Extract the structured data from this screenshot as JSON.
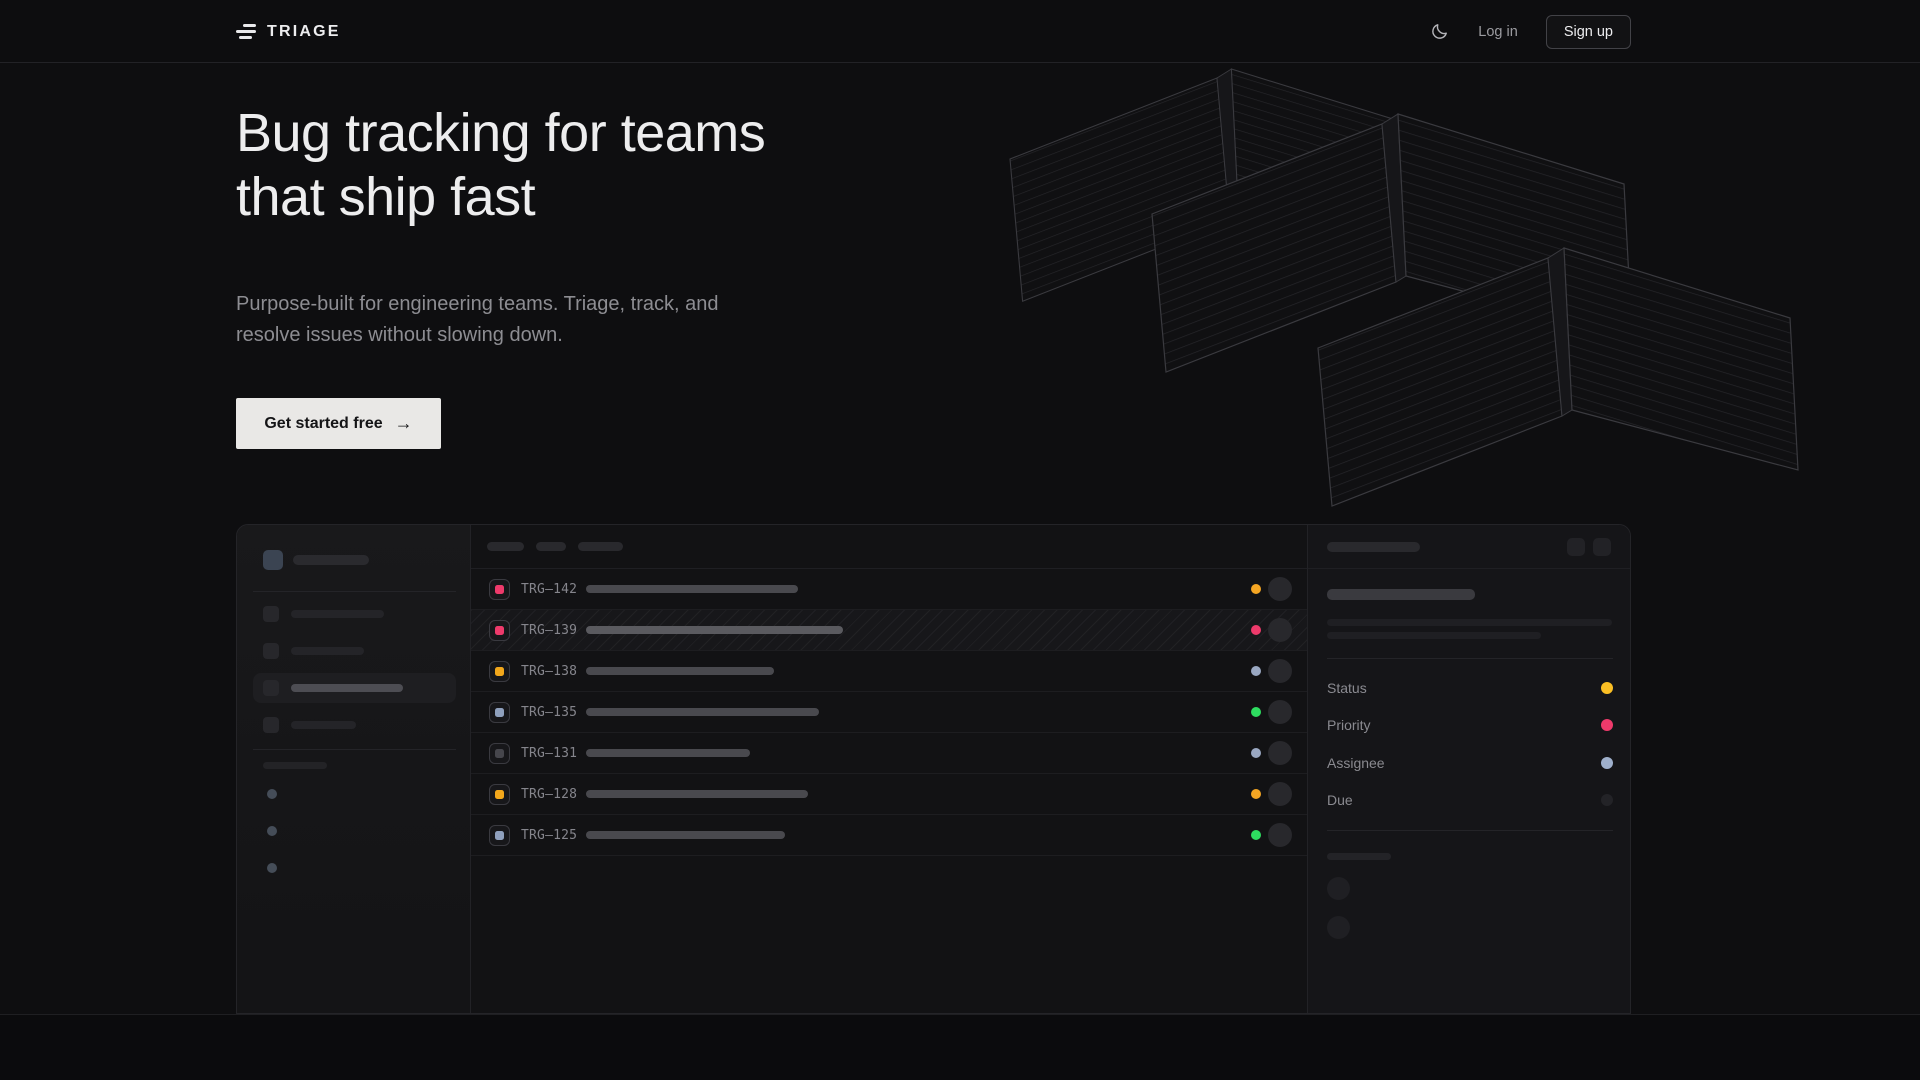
{
  "brand": {
    "name": "TRIAGE"
  },
  "nav": {
    "theme_toggle_icon": "moon-icon",
    "login_label": "Log in",
    "signup_label": "Sign up"
  },
  "hero": {
    "title_line1": "Bug tracking for teams",
    "title_line2": "that ship fast",
    "subtitle_line1": "Purpose-built for engineering teams. Triage, track, and",
    "subtitle_line2": "resolve issues without slowing down.",
    "cta_label": "Get started free",
    "cta_arrow": "→"
  },
  "mockup": {
    "issues": [
      {
        "id": "TRG–142",
        "icon_color": "#ee3a6b",
        "dot_color": "#f5a623",
        "bar": 212,
        "hatched": false
      },
      {
        "id": "TRG–139",
        "icon_color": "#ee3a6b",
        "dot_color": "#ee3a6b",
        "bar": 257,
        "hatched": true
      },
      {
        "id": "TRG–138",
        "icon_color": "#f2a71b",
        "dot_color": "#9aa8c2",
        "bar": 188,
        "hatched": false
      },
      {
        "id": "TRG–135",
        "icon_color": "#8fa0bd",
        "dot_color": "#2edd60",
        "bar": 233,
        "hatched": false
      },
      {
        "id": "TRG–131",
        "icon_color": "#46464c",
        "dot_color": "#9aa8c2",
        "bar": 164,
        "hatched": false
      },
      {
        "id": "TRG–128",
        "icon_color": "#f2a71b",
        "dot_color": "#f5a623",
        "bar": 222,
        "hatched": false
      },
      {
        "id": "TRG–125",
        "icon_color": "#8fa0bd",
        "dot_color": "#2edd60",
        "bar": 199,
        "hatched": false
      }
    ],
    "detail_fields": [
      {
        "label": "Status",
        "dot_color": "#fbbf24"
      },
      {
        "label": "Priority",
        "dot_color": "#ee3a6b"
      },
      {
        "label": "Assignee",
        "dot_color": "#9fb0cc"
      },
      {
        "label": "Due",
        "dot_color": "#232327"
      }
    ]
  },
  "colors": {
    "background": "#0e0e10",
    "accent_pink": "#ee3a6b",
    "accent_amber": "#f5a623",
    "accent_green": "#2edd60",
    "accent_slate": "#9aa8c2",
    "cta_background": "#e9e8e6"
  }
}
